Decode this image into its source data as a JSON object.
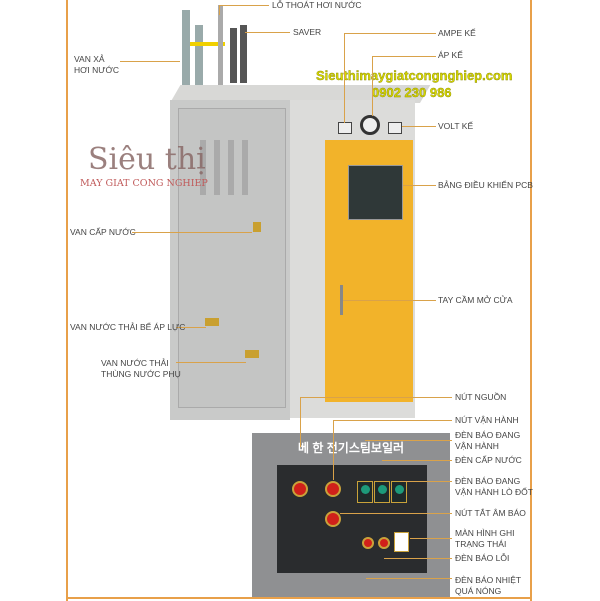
{
  "watermark": {
    "brand_script": "Siêu thị",
    "brand_sub": "MAY GIAT CONG NGHIEP",
    "website": "Sieuthimaygiatcongnghiep.com",
    "phone": "0902 230 986"
  },
  "labels": {
    "steam_outlet": "LỖ THOÁT HƠI NƯỚC",
    "saver": "SAVER",
    "steam_valve": [
      "VAN XẢ",
      "HƠI NƯỚC"
    ],
    "ammeter": "AMPE KẾ",
    "pressure_gauge": "ÁP KẾ",
    "voltmeter": "VOLT KẾ",
    "pcb_panel": "BẢNG ĐIỀU KHIỂN PCB",
    "water_supply_valve": "VAN CẤP NƯỚC",
    "door_handle": "TAY CẦM MỞ CỬA",
    "pressure_tank_drain": "VAN NƯỚC THẢI BỂ ÁP LỰC",
    "aux_tank_drain": [
      "VAN NƯỚC THẢI",
      "THÙNG NƯỚC PHỤ"
    ],
    "power_button": "NÚT NGUỒN",
    "run_button": "NÚT VẬN HÀNH",
    "running_light": [
      "ĐÈN BÁO ĐANG",
      "VẬN HÀNH"
    ],
    "water_light": "ĐÈN CẤP NƯỚC",
    "burner_light": [
      "ĐÈN BÁO ĐANG",
      "VẬN HÀNH LÒ ĐỐT"
    ],
    "alarm_off": "NÚT TẮT ÂM BÁO",
    "status_screen": [
      "MÀN HÌNH GHI",
      "TRẠNG THÁI"
    ],
    "error_light": "ĐÈN BÁO LỖI",
    "overheat_light": [
      "ĐÈN BÁO NHIỆT",
      "QUÁ NÓNG"
    ]
  },
  "panel": {
    "title": "베 한 전기스팀보일러"
  }
}
